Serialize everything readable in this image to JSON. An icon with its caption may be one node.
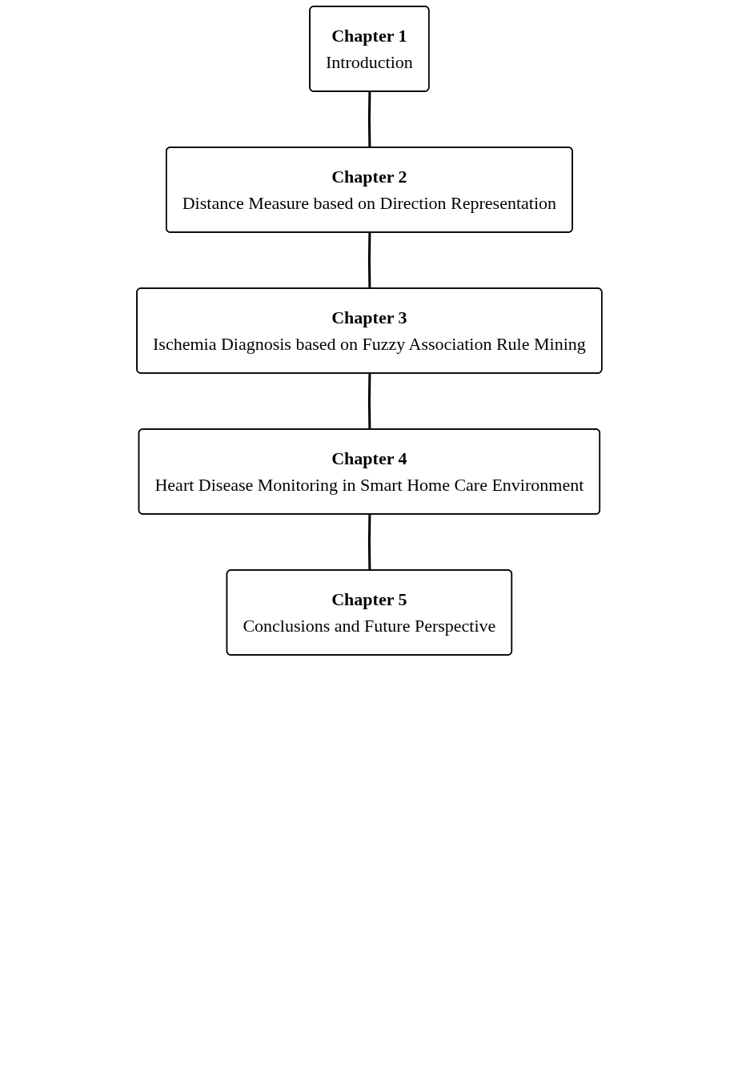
{
  "diagram": {
    "nodes": [
      {
        "text": [
          "Chapter 1",
          "Introduction"
        ]
      },
      {
        "text": [
          "Chapter 2",
          "Distance Measure based on Direction Representation"
        ]
      },
      {
        "text": [
          "Chapter 3",
          "Ischemia Diagnosis based on Fuzzy Association Rule Mining"
        ]
      },
      {
        "text": [
          "Chapter 4",
          "Heart Disease Monitoring in Smart Home Care Environment"
        ]
      },
      {
        "text": [
          "Chapter 5",
          "Conclusions and Future Perspective"
        ]
      }
    ],
    "edges": [
      {
        "from": 0,
        "to": 1,
        "arrow": "none"
      },
      {
        "from": 1,
        "to": 2,
        "arrow": "none"
      },
      {
        "from": 2,
        "to": 3,
        "arrow": "none"
      },
      {
        "from": 3,
        "to": 4,
        "arrow": "none"
      }
    ]
  }
}
